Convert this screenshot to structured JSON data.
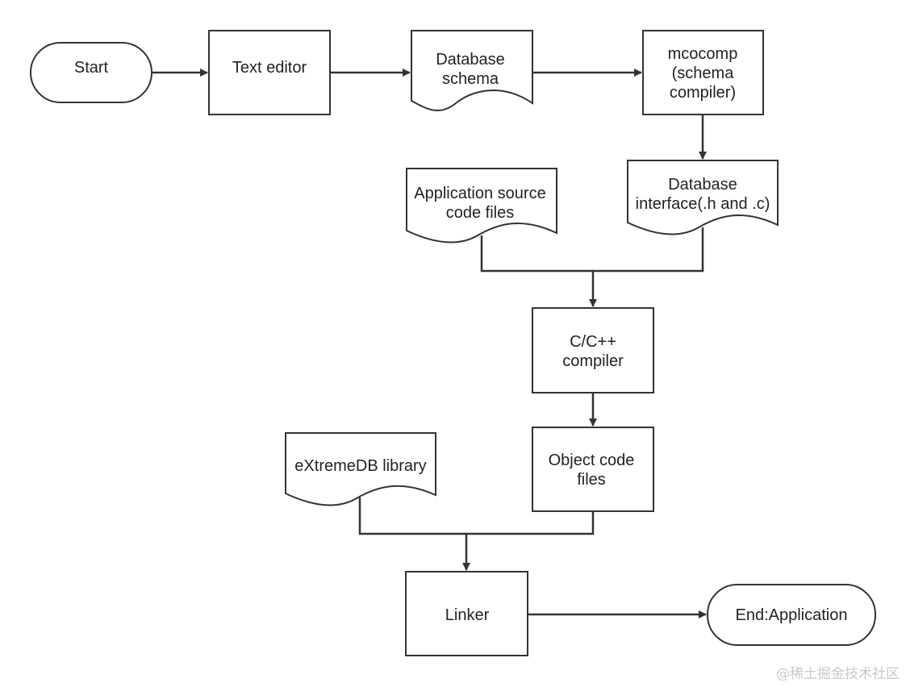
{
  "diagram": {
    "nodes": {
      "start": {
        "label": "Start",
        "shape": "terminator"
      },
      "text_editor": {
        "label": "Text editor",
        "shape": "process"
      },
      "database_schema": {
        "label": "Database\nschema",
        "shape": "document"
      },
      "mcocomp": {
        "label": "mcocomp\n(schema\ncompiler)",
        "shape": "process"
      },
      "database_interface": {
        "label": "Database\ninterface(.h and .c)",
        "shape": "document"
      },
      "app_source": {
        "label": "Application source\ncode files",
        "shape": "document"
      },
      "cpp_compiler": {
        "label": "C/C++\ncompiler",
        "shape": "process"
      },
      "object_code": {
        "label": "Object code\nfiles",
        "shape": "process"
      },
      "extremedb_library": {
        "label": "eXtremeDB library",
        "shape": "document"
      },
      "linker": {
        "label": "Linker",
        "shape": "process"
      },
      "end_application": {
        "label": "End:Application",
        "shape": "terminator"
      }
    },
    "edges": [
      {
        "from": "start",
        "to": "text_editor"
      },
      {
        "from": "text_editor",
        "to": "database_schema"
      },
      {
        "from": "database_schema",
        "to": "mcocomp"
      },
      {
        "from": "mcocomp",
        "to": "database_interface"
      },
      {
        "from": "app_source",
        "to": "cpp_compiler"
      },
      {
        "from": "database_interface",
        "to": "cpp_compiler"
      },
      {
        "from": "cpp_compiler",
        "to": "object_code"
      },
      {
        "from": "extremedb_library",
        "to": "linker"
      },
      {
        "from": "object_code",
        "to": "linker"
      },
      {
        "from": "linker",
        "to": "end_application"
      }
    ]
  },
  "watermark": "@稀土掘金技术社区",
  "colors": {
    "stroke": "#333333",
    "fill": "#ffffff",
    "text": "#222222",
    "watermark": "#c8c8c8"
  }
}
